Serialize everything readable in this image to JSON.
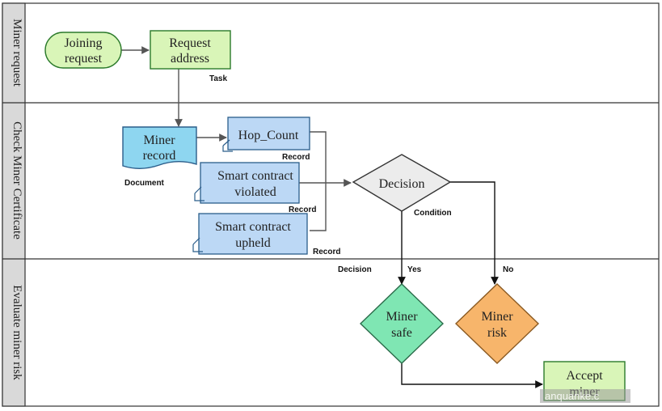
{
  "lanes": {
    "lane1": "Miner request",
    "lane2": "Check Miner Certificate",
    "lane3": "Evaluate miner risk"
  },
  "nodes": {
    "joining_line1": "Joining",
    "joining_line2": "request",
    "request_line1": "Request",
    "request_line2": "address",
    "miner_record_line1": "Miner",
    "miner_record_line2": "record",
    "hop_count": "Hop_Count",
    "violated_line1": "Smart contract",
    "violated_line2": "violated",
    "upheld_line1": "Smart contract",
    "upheld_line2": "upheld",
    "decision": "Decision",
    "safe_line1": "Miner",
    "safe_line2": "safe",
    "risk_line1": "Miner",
    "risk_line2": "risk",
    "accept_line1": "Accept",
    "accept_line2": "miner"
  },
  "labels": {
    "task": "Task",
    "document": "Document",
    "record1": "Record",
    "record2": "Record",
    "record3": "Record",
    "condition": "Condition",
    "decision": "Decision",
    "yes": "Yes",
    "no": "No"
  },
  "watermark": "anquanke.c",
  "colors": {
    "green_fill": "#d9f5b8",
    "green_stroke": "#2b7a2b",
    "blue_fill": "#bcd8f5",
    "cyan_fill": "#8ed6f0",
    "grey_fill": "#ececec",
    "mint_fill": "#7fe6b3",
    "orange_fill": "#f7b56b"
  }
}
